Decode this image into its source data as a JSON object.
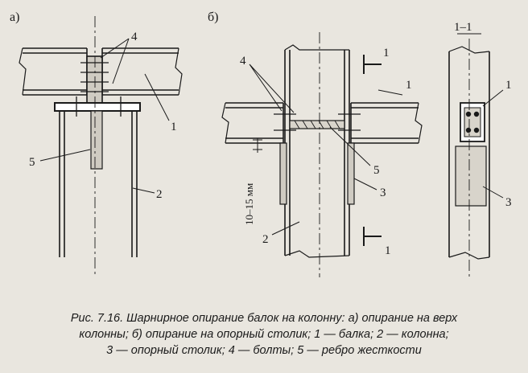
{
  "figure": {
    "panel_a_label": "а)",
    "panel_b_label": "б)",
    "section_label": "1–1",
    "dimension_label": "10–15 мм",
    "callouts_a": {
      "bolts": "4",
      "beam": "1",
      "rib": "5",
      "column": "2"
    },
    "callouts_b": {
      "bolts": "4",
      "section_top": "1",
      "beam": "1",
      "rib": "5",
      "table": "3",
      "column": "2",
      "section_bottom": "1"
    },
    "callouts_section": {
      "beam": "1",
      "table": "3"
    }
  },
  "caption": {
    "line1": "Рис. 7.16. Шарнирное опирание балок на колонну: а) опирание на верх",
    "line2": "колонны; б) опирание на опорный столик; 1 — балка; 2 — колонна;",
    "line3": "3 — опорный столик; 4 — болты; 5 — ребро жесткости"
  }
}
